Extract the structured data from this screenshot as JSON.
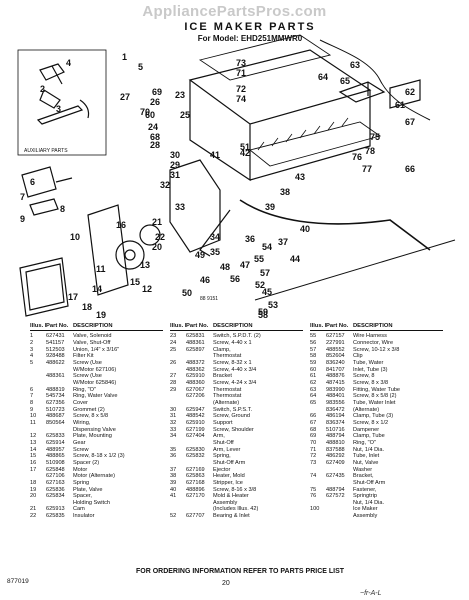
{
  "watermark": "AppliancePartsPros.com",
  "header": {
    "title": "ICE MAKER PARTS",
    "model_line": "For Model: EHD251MMWR0"
  },
  "diagram": {
    "auxiliary_label": "AUXILIARY PARTS",
    "ref_code": "88 9151",
    "callouts": [
      "1",
      "2",
      "3",
      "4",
      "5",
      "6",
      "7",
      "8",
      "9",
      "10",
      "11",
      "12",
      "13",
      "14",
      "15",
      "16",
      "17",
      "18",
      "19",
      "20",
      "21",
      "22",
      "23",
      "24",
      "25",
      "26",
      "27",
      "28",
      "29",
      "30",
      "31",
      "32",
      "33",
      "34",
      "35",
      "36",
      "37",
      "38",
      "39",
      "40",
      "41",
      "42",
      "43",
      "44",
      "45",
      "46",
      "47",
      "48",
      "49",
      "50",
      "51",
      "52",
      "53",
      "54",
      "55",
      "56",
      "57",
      "58",
      "59",
      "60",
      "61",
      "62",
      "63",
      "64",
      "65",
      "66",
      "67",
      "68",
      "69",
      "70",
      "71",
      "72",
      "73",
      "74",
      "75",
      "76",
      "77",
      "78"
    ]
  },
  "table": {
    "headers": {
      "illus": "Illus. No.",
      "part": "Part No.",
      "desc": "DESCRIPTION"
    },
    "columns": [
      [
        [
          "1",
          "627431",
          "Valve, Solenoid"
        ],
        [
          "2",
          "541157",
          "Valve, Shut-Off"
        ],
        [
          "3",
          "512503",
          "Union, 1/4\" x 3/16\""
        ],
        [
          "4",
          "928488",
          "Filter Kit"
        ],
        [
          "5",
          "488622",
          "Screw (Use"
        ],
        [
          "",
          "",
          "W/Motor 627106)"
        ],
        [
          "",
          "488361",
          "Screw (Use"
        ],
        [
          "",
          "",
          "W/Motor 625846)"
        ],
        [
          "6",
          "488819",
          "Ring, \"O\""
        ],
        [
          "7",
          "545734",
          "Ring, Water Valve"
        ],
        [
          "8",
          "627356",
          "Cover"
        ],
        [
          "9",
          "510723",
          "Grommet (2)"
        ],
        [
          "10",
          "488687",
          "Screw, 8 x 5/8"
        ],
        [
          "11",
          "850564",
          "Wiring,"
        ],
        [
          "",
          "",
          "Dispensing Valve"
        ],
        [
          "12",
          "625833",
          "Plate, Mounting"
        ],
        [
          "13",
          "625914",
          "Gear"
        ],
        [
          "14",
          "488957",
          "Screw"
        ],
        [
          "15",
          "488865",
          "Screw, 8-18 x 1/2 (3)"
        ],
        [
          "16",
          "510908",
          "Spacer (2)"
        ],
        [
          "17",
          "625848",
          "Motor"
        ],
        [
          "",
          "627106",
          "Motor (Alternate)"
        ],
        [
          "18",
          "627163",
          "Spring"
        ],
        [
          "19",
          "625836",
          "Plate, Valve"
        ],
        [
          "20",
          "625834",
          "Spacer,"
        ],
        [
          "",
          "",
          "Holding Switch"
        ],
        [
          "21",
          "625913",
          "Cam"
        ],
        [
          "22",
          "625835",
          "Insulator"
        ]
      ],
      [
        [
          "23",
          "625831",
          "Switch, S.P.D.T. (2)"
        ],
        [
          "24",
          "488361",
          "Screw, 4-40 x 1"
        ],
        [
          "25",
          "625897",
          "Clamp,"
        ],
        [
          "",
          "",
          "Thermostat"
        ],
        [
          "26",
          "488372",
          "Screw, 8-32 x 1"
        ],
        [
          "",
          "488362",
          "Screw, 4-40 x 3/4"
        ],
        [
          "27",
          "625910",
          "Bracket"
        ],
        [
          "28",
          "488360",
          "Screw, 4-24 x 3/4"
        ],
        [
          "29",
          "627067",
          "Thermostat"
        ],
        [
          "",
          "627206",
          "Thermostat"
        ],
        [
          "",
          "",
          "(Alternate)"
        ],
        [
          "30",
          "625947",
          "Switch, S.P.S.T."
        ],
        [
          "31",
          "488542",
          "Screw, Ground"
        ],
        [
          "32",
          "625910",
          "Support"
        ],
        [
          "33",
          "627199",
          "Screw, Shoulder"
        ],
        [
          "34",
          "627404",
          "Arm,"
        ],
        [
          "",
          "",
          "Shut-Off"
        ],
        [
          "35",
          "625830",
          "Arm, Lever"
        ],
        [
          "36",
          "625832",
          "Spring,"
        ],
        [
          "",
          "",
          "Shut-Off Arm"
        ],
        [
          "37",
          "627169",
          "Ejector"
        ],
        [
          "38",
          "625863",
          "Heater, Mold"
        ],
        [
          "39",
          "627168",
          "Stripper, Ice"
        ],
        [
          "40",
          "488896",
          "Screw, 8-16 x 3/8"
        ],
        [
          "41",
          "627170",
          "Mold & Heater"
        ],
        [
          "",
          "",
          "Assembly"
        ],
        [
          "",
          "",
          "(Includes Illus. 42)"
        ],
        [
          "52",
          "627707",
          "Bearing & Inlet"
        ]
      ],
      [
        [
          "55",
          "627157",
          "Wire Harness"
        ],
        [
          "56",
          "227991",
          "Connector, Wire"
        ],
        [
          "57",
          "488552",
          "Screw, 10-12 x 3/8"
        ],
        [
          "58",
          "852604",
          "Clip"
        ],
        [
          "59",
          "836240",
          "Tube, Water"
        ],
        [
          "60",
          "841707",
          "Inlet, Tube (3)"
        ],
        [
          "61",
          "488876",
          "Screw, 8"
        ],
        [
          "62",
          "487415",
          "Screw, 8 x 3/8"
        ],
        [
          "63",
          "983990",
          "Fitting, Water Tube"
        ],
        [
          "64",
          "488401",
          "Screw, 8 x 5/8 (2)"
        ],
        [
          "65",
          "983556",
          "Tube, Water Inlet"
        ],
        [
          "",
          "836472",
          "(Alternate)"
        ],
        [
          "66",
          "486194",
          "Clamp, Tube (3)"
        ],
        [
          "67",
          "836374",
          "Screw, 8 x 1/2"
        ],
        [
          "68",
          "510716",
          "Dampener"
        ],
        [
          "69",
          "488794",
          "Clamp, Tube"
        ],
        [
          "70",
          "488810",
          "Ring, \"O\""
        ],
        [
          "71",
          "837588",
          "Nut, 1/4 Dia."
        ],
        [
          "72",
          "486292",
          "Tube, Inlet"
        ],
        [
          "73",
          "627409",
          "Nut, Valve"
        ],
        [
          "",
          "",
          "Washer"
        ],
        [
          "74",
          "627435",
          "Bracket,"
        ],
        [
          "",
          "",
          "Shut-Off Arm"
        ],
        [
          "75",
          "488794",
          "Fastener,"
        ],
        [
          "76",
          "627572",
          "Springtrip"
        ],
        [
          "",
          "",
          "Nut, 1/4 Dia."
        ],
        [
          "100",
          "",
          "Ice Maker"
        ],
        [
          "",
          "",
          "Assembly"
        ]
      ]
    ]
  },
  "footer": {
    "instruction": "FOR ORDERING INFORMATION REFER TO PARTS PRICE LIST",
    "doc_code": "877019",
    "page_number": "20",
    "signature": "~fr-A-L"
  }
}
